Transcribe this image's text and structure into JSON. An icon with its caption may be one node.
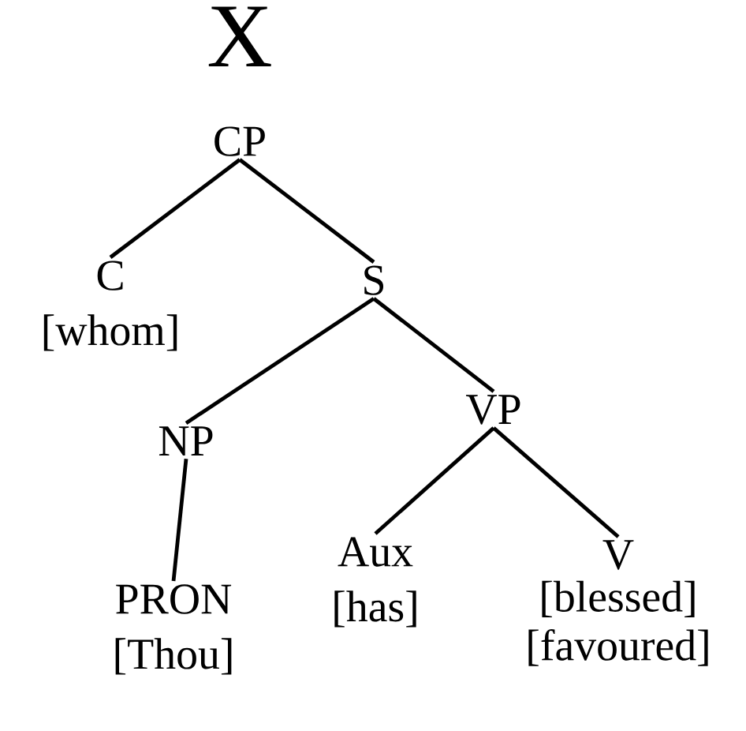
{
  "diagram": {
    "title": "X",
    "nodes": [
      {
        "text": [
          "CP"
        ]
      },
      {
        "text": [
          "C",
          "[whom]"
        ]
      },
      {
        "text": [
          "S"
        ]
      },
      {
        "text": [
          "NP"
        ]
      },
      {
        "text": [
          "VP"
        ]
      },
      {
        "text": [
          "PRON",
          "[Thou]"
        ]
      },
      {
        "text": [
          "Aux",
          "[has]"
        ]
      },
      {
        "text": [
          "V",
          "[blessed] [favoured]"
        ]
      }
    ],
    "edges": [
      {
        "from": 0,
        "to": 1,
        "arrow": "none"
      },
      {
        "from": 0,
        "to": 2,
        "arrow": "none"
      },
      {
        "from": 2,
        "to": 3,
        "arrow": "none"
      },
      {
        "from": 2,
        "to": 4,
        "arrow": "none"
      },
      {
        "from": 3,
        "to": 5,
        "arrow": "none"
      },
      {
        "from": 4,
        "to": 6,
        "arrow": "none"
      },
      {
        "from": 4,
        "to": 7,
        "arrow": "none"
      }
    ]
  }
}
